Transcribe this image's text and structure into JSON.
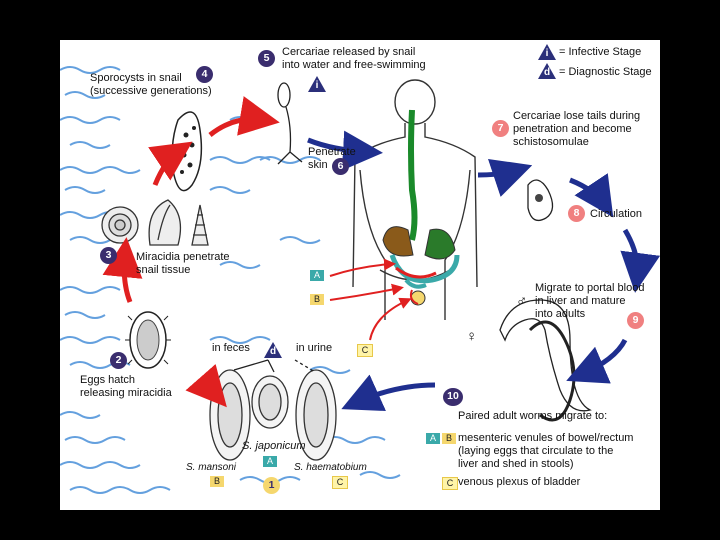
{
  "legend": {
    "infective_letter": "i",
    "infective_label": "= Infective Stage",
    "diagnostic_letter": "d",
    "diagnostic_label": "= Diagnostic Stage"
  },
  "steps": {
    "s1": {
      "num": "1"
    },
    "s2": {
      "num": "2",
      "text": [
        "Eggs hatch",
        "releasing miracidia"
      ]
    },
    "s3": {
      "num": "3",
      "text": [
        "Miracidia penetrate",
        "snail tissue"
      ]
    },
    "s4": {
      "num": "4",
      "text": [
        "Sporocysts in snail",
        "(successive generations)"
      ]
    },
    "s5": {
      "num": "5",
      "text": [
        "Cercariae released by snail",
        "into water and free-swimming"
      ]
    },
    "s6": {
      "num": "6",
      "text": [
        "Penetrate",
        "skin"
      ]
    },
    "s7": {
      "num": "7",
      "text": [
        "Cercariae lose tails during",
        "penetration and become",
        "schistosomulae"
      ]
    },
    "s8": {
      "num": "8",
      "text": [
        "Circulation"
      ]
    },
    "s9": {
      "num": "9",
      "text": [
        "Migrate to portal blood",
        "in liver and mature",
        "into adults"
      ]
    },
    "s10": {
      "num": "10",
      "text": [
        "Paired adult worms migrate to:",
        "mesenteric venules of bowel/rectum",
        "(laying eggs that circulate to the",
        "liver and shed in stools)",
        "venous plexus of bladder"
      ]
    }
  },
  "eggs": {
    "in_feces": "in feces",
    "in_urine": "in urine",
    "japonicum": "S. japonicum",
    "mansoni": "S. mansoni",
    "haematobium": "S. haematobium"
  },
  "boxes": {
    "A": "A",
    "B": "B",
    "C": "C"
  },
  "symbols": {
    "male": "♂",
    "female": "♀"
  },
  "colors": {
    "arrow_red": "#e02020",
    "arrow_blue": "#1f2f8f",
    "badge_purple": "#3a2d6e",
    "badge_pink": "#f08080",
    "water": "#4a90d9",
    "box_A": "#3aa9a9",
    "box_B": "#f5d76e",
    "box_C": "#fff4a8"
  }
}
